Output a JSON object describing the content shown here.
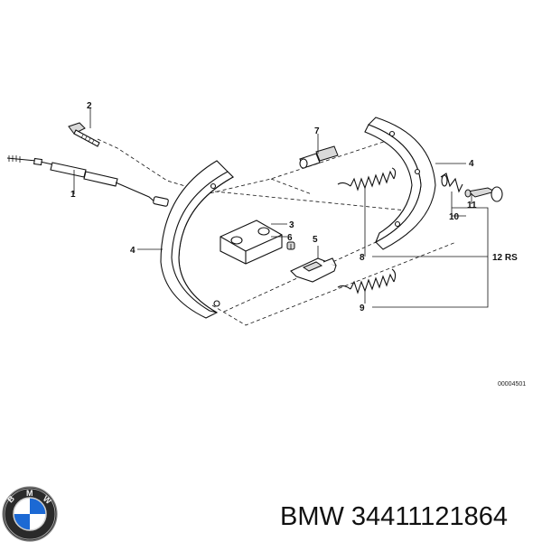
{
  "diagram": {
    "callouts": {
      "c1": "1",
      "c2": "2",
      "c3": "3",
      "c4_left": "4",
      "c4_right": "4",
      "c5": "5",
      "c6": "6",
      "c7": "7",
      "c8": "8",
      "c9": "9",
      "c10": "10",
      "c11": "11",
      "c12": "12 RS"
    },
    "drawing_code": "00004501"
  },
  "logo": {
    "brand": "BMW"
  },
  "caption": {
    "text": "BMW 34411121864"
  }
}
